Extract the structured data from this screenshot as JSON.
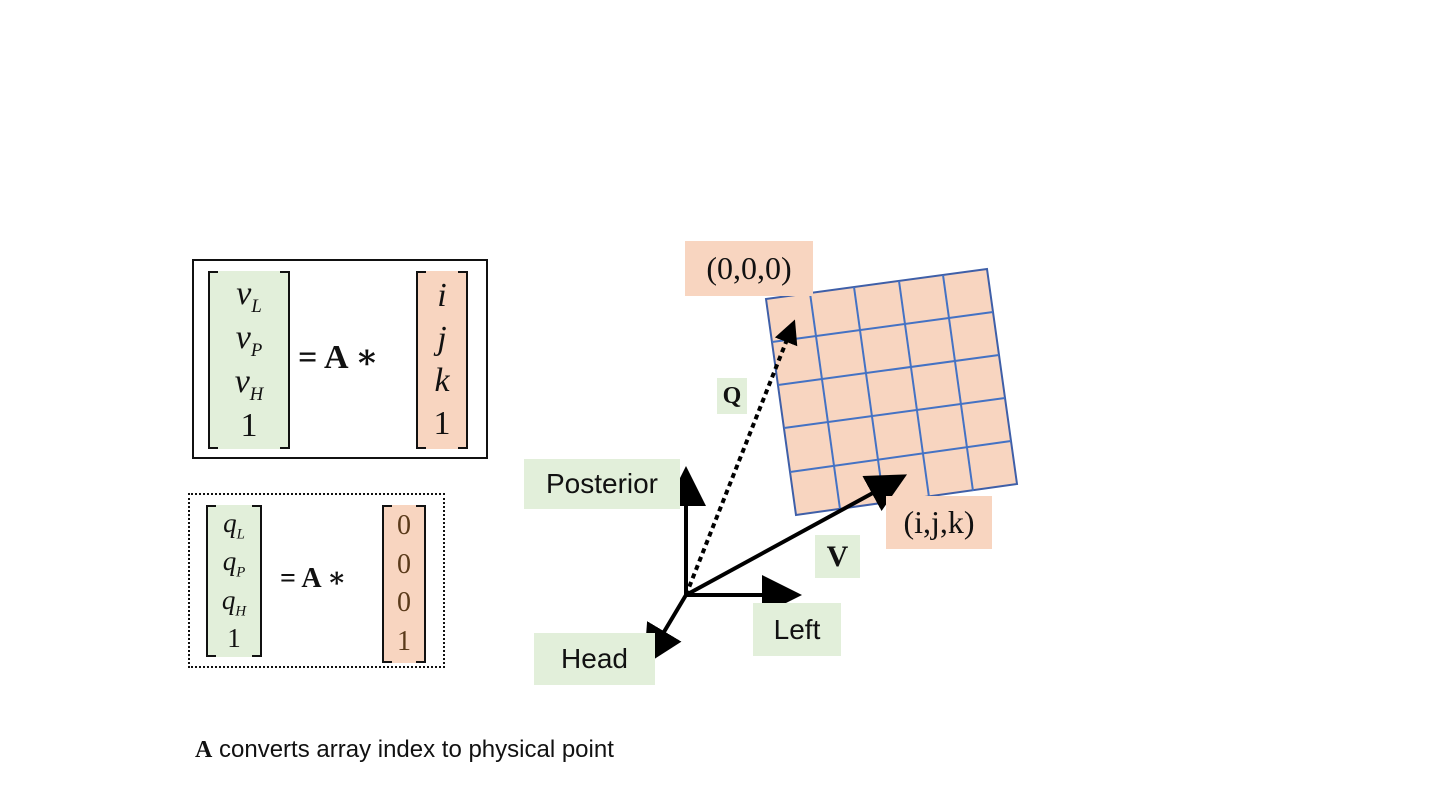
{
  "equation_v": {
    "lhs": [
      {
        "base": "v",
        "sub": "L"
      },
      {
        "base": "v",
        "sub": "P"
      },
      {
        "base": "v",
        "sub": "H"
      },
      {
        "base": "1",
        "sub": ""
      }
    ],
    "operator": "= A ∗",
    "rhs": [
      "i",
      "j",
      "k",
      "1"
    ]
  },
  "equation_q": {
    "lhs": [
      {
        "base": "q",
        "sub": "L"
      },
      {
        "base": "q",
        "sub": "P"
      },
      {
        "base": "q",
        "sub": "H"
      },
      {
        "base": "1",
        "sub": ""
      }
    ],
    "operator": "= A ∗",
    "rhs": [
      "0",
      "0",
      "0",
      "1"
    ]
  },
  "caption": {
    "bold": "A",
    "text": " converts array index to physical point"
  },
  "axes": {
    "posterior": "Posterior",
    "left": "Left",
    "head": "Head"
  },
  "vectors": {
    "q_label": "Q",
    "v_label": "V"
  },
  "grid": {
    "origin_label": "(0,0,0)",
    "index_label": "(i,j,k)",
    "fill_color": "#f8d5c0",
    "line_color": "#4472c4"
  },
  "colors": {
    "physical_highlight": "#e2efda",
    "index_highlight": "#f8d5c0"
  }
}
